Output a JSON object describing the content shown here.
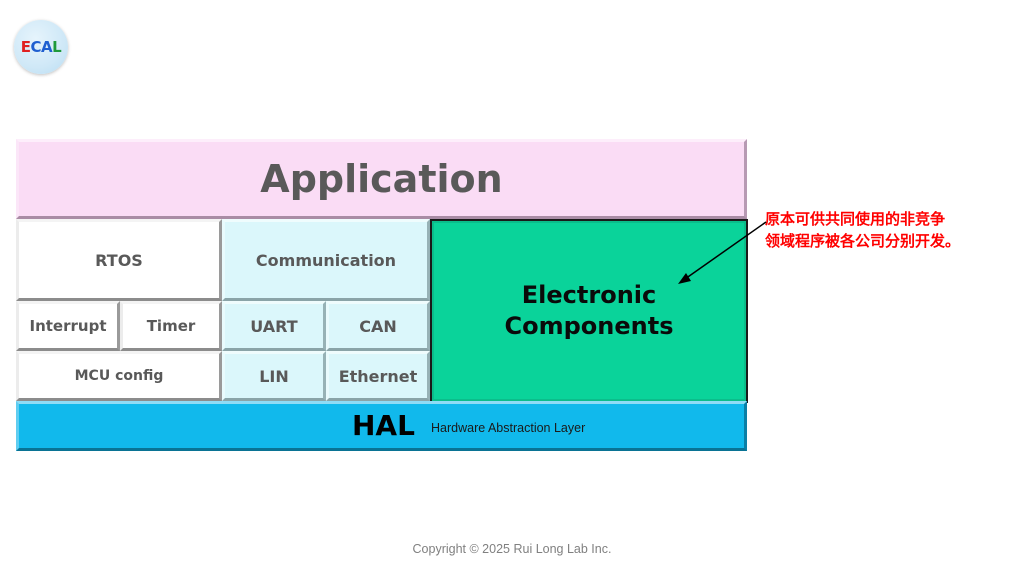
{
  "logo": {
    "letters": [
      "E",
      "C",
      "A",
      "L"
    ],
    "colors": [
      "#e02020",
      "#1f5fd0",
      "#1f5fd0",
      "#1f9a3a"
    ]
  },
  "diagram": {
    "application": "Application",
    "rtos": "RTOS",
    "communication": "Communication",
    "interrupt": "Interrupt",
    "timer": "Timer",
    "uart": "UART",
    "can": "CAN",
    "mcu_config": "MCU config",
    "lin": "LIN",
    "ethernet": "Ethernet",
    "electronic_components": [
      "Electronic",
      "Components"
    ],
    "hal": "HAL",
    "hal_subtitle": "Hardware Abstraction Layer"
  },
  "annotation": {
    "lines": [
      "原本可供共同使用的非竞争",
      "领域程序被各公司分别开发。"
    ],
    "color": "#ff0000"
  },
  "footer": {
    "copyright": "Copyright © 2025 Rui Long Lab Inc."
  },
  "colors": {
    "application": "#fadcf5",
    "communication_group": "#dbf7fb",
    "electronic_components": "#0ad39a",
    "hal": "#11b9ec"
  }
}
